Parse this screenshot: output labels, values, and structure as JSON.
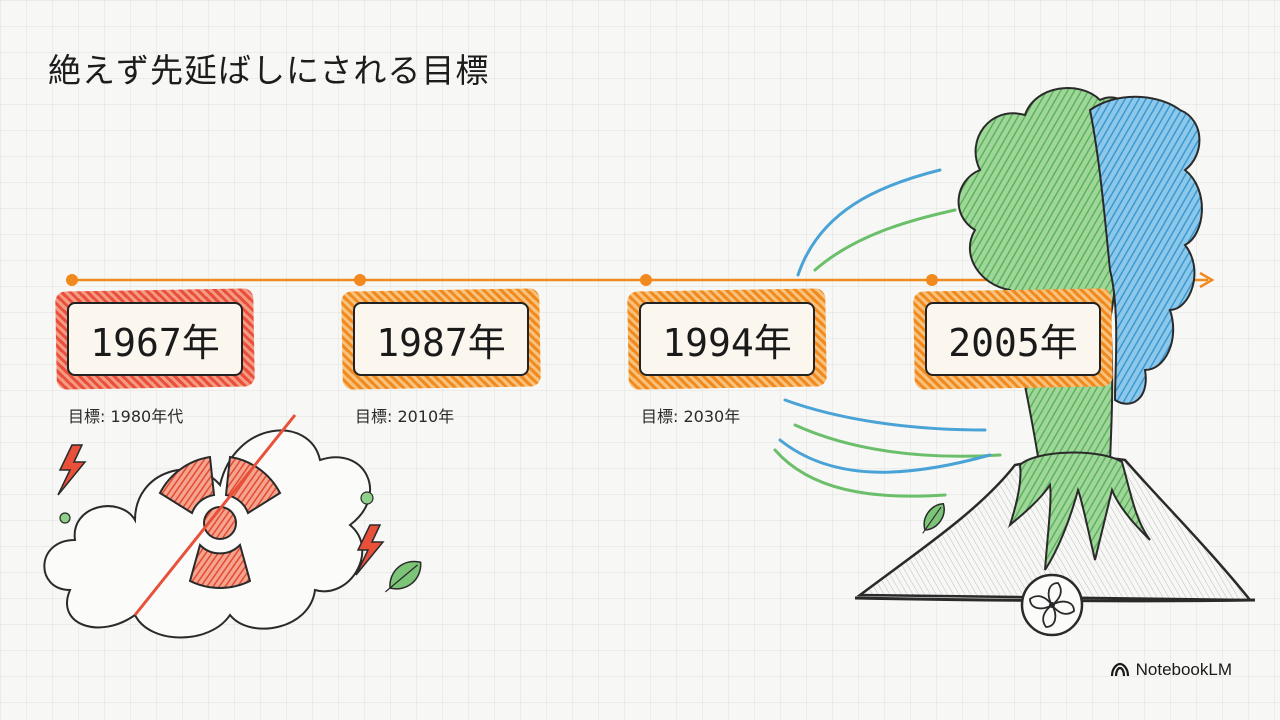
{
  "title": "絶えず先延ばしにされる目標",
  "timeline": [
    {
      "year": "1967年",
      "goal": "目標: 1980年代",
      "color": "#e8503a"
    },
    {
      "year": "1987年",
      "goal": "目標: 2010年",
      "color": "#f29a2e"
    },
    {
      "year": "1994年",
      "goal": "目標: 2030年",
      "color": "#f29a2e"
    },
    {
      "year": "2005年",
      "goal": "",
      "color": "#f29a2e"
    }
  ],
  "colors": {
    "accent": "#f08a1e",
    "red": "#e8503a",
    "green": "#6cbf6a",
    "blue": "#4aa3d6"
  },
  "icons": [
    "lightning-icon",
    "radiation-icon",
    "leaf-icon",
    "volcano-icon",
    "fan-icon",
    "notebooklm-logo-icon"
  ],
  "brand": "NotebookLM"
}
